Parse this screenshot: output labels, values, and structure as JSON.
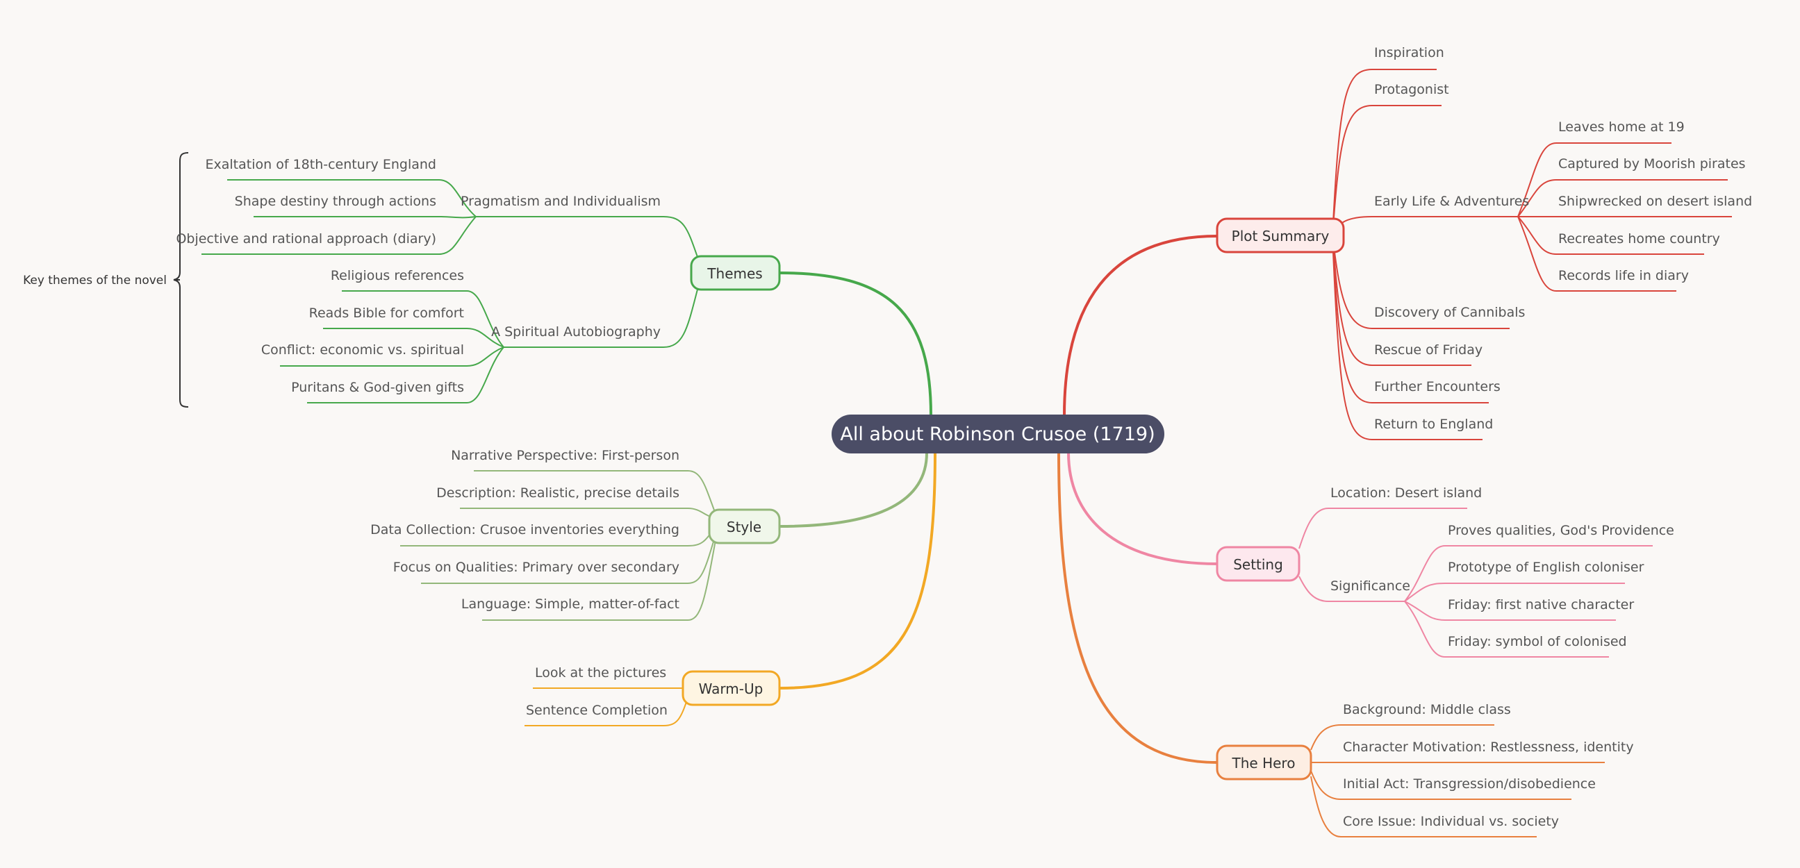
{
  "center": {
    "title": "All about Robinson Crusoe (1719)"
  },
  "colors": {
    "center_bg": "#4b4d66",
    "plot": "#d9453c",
    "setting": "#ef86a3",
    "hero": "#e8803f",
    "themes": "#46a84b",
    "style": "#93b77a",
    "warmup": "#f2a824",
    "text": "#555555",
    "bracket": "#333333"
  },
  "branches": {
    "plot": {
      "label": "Plot Summary",
      "items": {
        "inspiration": "Inspiration",
        "protagonist": "Protagonist",
        "early_life": "Early Life & Adventures",
        "cannibals": "Discovery of Cannibals",
        "friday": "Rescue of Friday",
        "further": "Further Encounters",
        "return": "Return to England"
      },
      "early_life_children": {
        "leaves": "Leaves home at 19",
        "captured": "Captured by Moorish pirates",
        "shipwrecked": "Shipwrecked on desert island",
        "recreates": "Recreates home country",
        "records": "Records life in diary"
      }
    },
    "setting": {
      "label": "Setting",
      "location": "Location: Desert island",
      "significance": "Significance",
      "significance_children": {
        "proves": "Proves qualities, God's Providence",
        "prototype": "Prototype of English coloniser",
        "native": "Friday: first native character",
        "symbol": "Friday: symbol of colonised"
      }
    },
    "hero": {
      "label": "The Hero",
      "items": {
        "background": "Background: Middle class",
        "motivation": "Character Motivation: Restlessness, identity",
        "initial_act": "Initial Act: Transgression/disobedience",
        "core_issue": "Core Issue: Individual vs. society"
      }
    },
    "themes": {
      "label": "Themes",
      "pragmatism": "Pragmatism and Individualism",
      "pragmatism_children": {
        "exaltation": "Exaltation of 18th-century England",
        "destiny": "Shape destiny through actions",
        "objective": "Objective and rational approach (diary)"
      },
      "spiritual": "A Spiritual Autobiography",
      "spiritual_children": {
        "religious": "Religious references",
        "bible": "Reads Bible for comfort",
        "conflict": "Conflict: economic vs. spiritual",
        "puritans": "Puritans & God-given gifts"
      },
      "summary": "Key themes of the novel"
    },
    "style": {
      "label": "Style",
      "items": {
        "perspective": "Narrative Perspective: First-person",
        "description": "Description: Realistic, precise details",
        "data": "Data Collection: Crusoe inventories everything",
        "qualities": "Focus on Qualities: Primary over secondary",
        "language": "Language: Simple, matter-of-fact"
      }
    },
    "warmup": {
      "label": "Warm-Up",
      "items": {
        "pictures": "Look at the pictures",
        "sentence": "Sentence Completion"
      }
    }
  }
}
